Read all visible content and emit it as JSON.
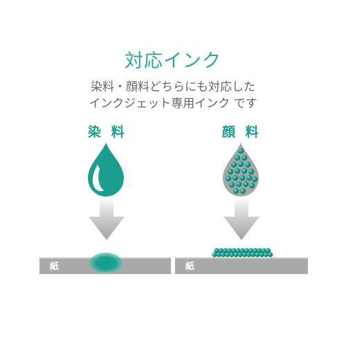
{
  "title": "対応インク",
  "subtitle": [
    "染料・顔料どちらにも対応した",
    "インクジェット専用インク です"
  ],
  "labels": {
    "dye": "染 料",
    "pigment": "顔 料"
  },
  "paper": {
    "left": "紙",
    "right": "紙"
  },
  "colors": {
    "accent": "#2aa99b",
    "dye": "#1a9e90",
    "pigment_drop": "#a7a7a7",
    "paper": "#a9a9a9"
  },
  "icons": [
    "dye-drop-icon",
    "pigment-drop-icon",
    "down-arrow-icon"
  ]
}
